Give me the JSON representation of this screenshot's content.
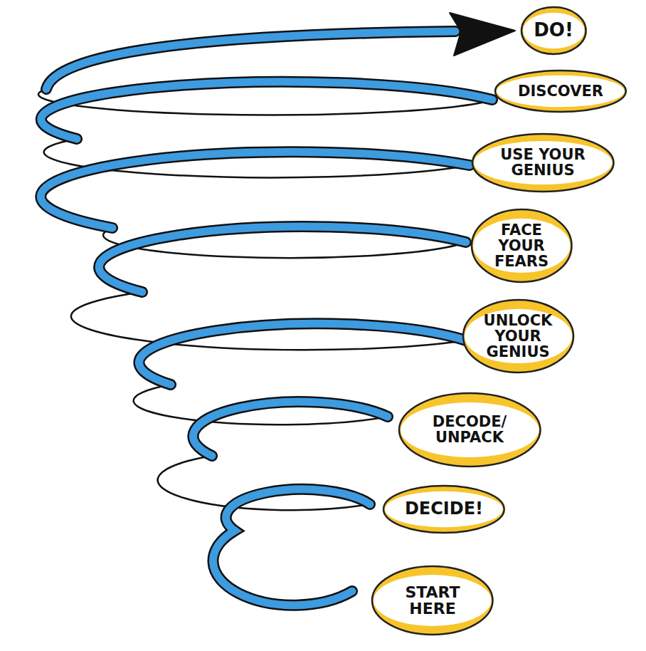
{
  "diagram": {
    "nodes": [
      {
        "text": [
          "DO!"
        ]
      },
      {
        "text": [
          "DISCOVER"
        ]
      },
      {
        "text": [
          "USE YOUR GENIUS"
        ]
      },
      {
        "text": [
          "FACE YOUR FEARS"
        ]
      },
      {
        "text": [
          "UNLOCK YOUR GENIUS"
        ]
      },
      {
        "text": [
          "DECODE/ UNPACK"
        ]
      },
      {
        "text": [
          "DECIDE!"
        ]
      },
      {
        "text": [
          "START HERE"
        ]
      }
    ]
  }
}
